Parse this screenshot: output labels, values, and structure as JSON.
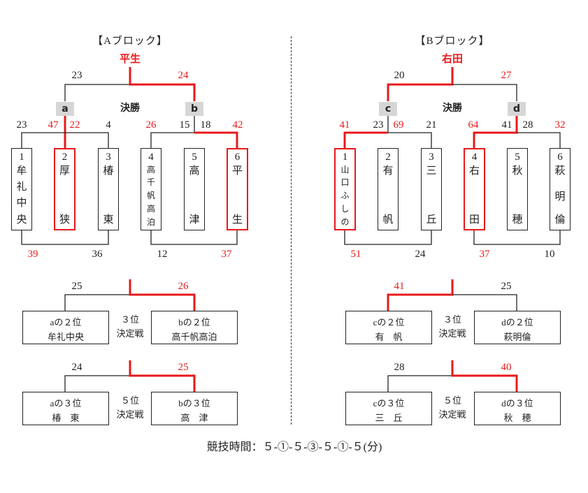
{
  "blocks": [
    {
      "title": "【Aブロック】",
      "champion": "平生",
      "final_label": "決勝",
      "semi_labels": [
        "a",
        "b"
      ],
      "final_scores": [
        "23",
        "24"
      ],
      "teams": [
        {
          "num": "1",
          "name": [
            "牟",
            "礼",
            "中",
            "央"
          ]
        },
        {
          "num": "2",
          "name": [
            "厚",
            "",
            "",
            "狭"
          ]
        },
        {
          "num": "3",
          "name": [
            "椿",
            "",
            "",
            "東"
          ]
        },
        {
          "num": "4",
          "name": [
            "高",
            "千",
            "帆",
            "高",
            "泊"
          ]
        },
        {
          "num": "5",
          "name": [
            "高",
            "",
            "",
            "津"
          ]
        },
        {
          "num": "6",
          "name": [
            "平",
            "",
            "",
            "生"
          ]
        }
      ],
      "top_scores": [
        "23",
        "47",
        "22",
        "4",
        "26",
        "15",
        "18",
        "42"
      ],
      "bottom_scores": [
        "39",
        "36",
        "12",
        "37"
      ],
      "third_place": {
        "scores": [
          "25",
          "26"
        ],
        "left": {
          "title": "aの２位",
          "name": "牟礼中央"
        },
        "mid": [
          "３位",
          "決定戦"
        ],
        "right": {
          "title": "bの２位",
          "name": "高千帆高泊"
        }
      },
      "fifth_place": {
        "scores": [
          "24",
          "25"
        ],
        "left": {
          "title": "aの３位",
          "name": "椿　東"
        },
        "mid": [
          "５位",
          "決定戦"
        ],
        "right": {
          "title": "bの３位",
          "name": "高　津"
        }
      }
    },
    {
      "title": "【Bブロック】",
      "champion": "右田",
      "final_label": "決勝",
      "semi_labels": [
        "c",
        "d"
      ],
      "final_scores": [
        "20",
        "27"
      ],
      "teams": [
        {
          "num": "1",
          "name": [
            "山",
            "口",
            "ふ",
            "し",
            "の"
          ]
        },
        {
          "num": "2",
          "name": [
            "有",
            "",
            "",
            "帆"
          ]
        },
        {
          "num": "3",
          "name": [
            "三",
            "",
            "",
            "丘"
          ]
        },
        {
          "num": "4",
          "name": [
            "右",
            "",
            "",
            "田"
          ]
        },
        {
          "num": "5",
          "name": [
            "秋",
            "",
            "",
            "穂"
          ]
        },
        {
          "num": "6",
          "name": [
            "萩",
            "",
            "明",
            "倫"
          ]
        }
      ],
      "top_scores": [
        "41",
        "23",
        "69",
        "21",
        "64",
        "41",
        "28",
        "32"
      ],
      "bottom_scores": [
        "51",
        "24",
        "37",
        "10"
      ],
      "third_place": {
        "scores": [
          "41",
          "25"
        ],
        "left": {
          "title": "cの２位",
          "name": "有　帆"
        },
        "mid": [
          "３位",
          "決定戦"
        ],
        "right": {
          "title": "dの２位",
          "name": "萩明倫"
        }
      },
      "fifth_place": {
        "scores": [
          "28",
          "40"
        ],
        "left": {
          "title": "cの３位",
          "name": "三　丘"
        },
        "mid": [
          "５位",
          "決定戦"
        ],
        "right": {
          "title": "dの３位",
          "name": "秋　穂"
        }
      }
    }
  ],
  "footer": "競技時間：５-①-５-③-５-①-５(分)",
  "colors": {
    "win": "#e8191b",
    "line": "#222222",
    "label_bg": "#d6d6d6"
  }
}
